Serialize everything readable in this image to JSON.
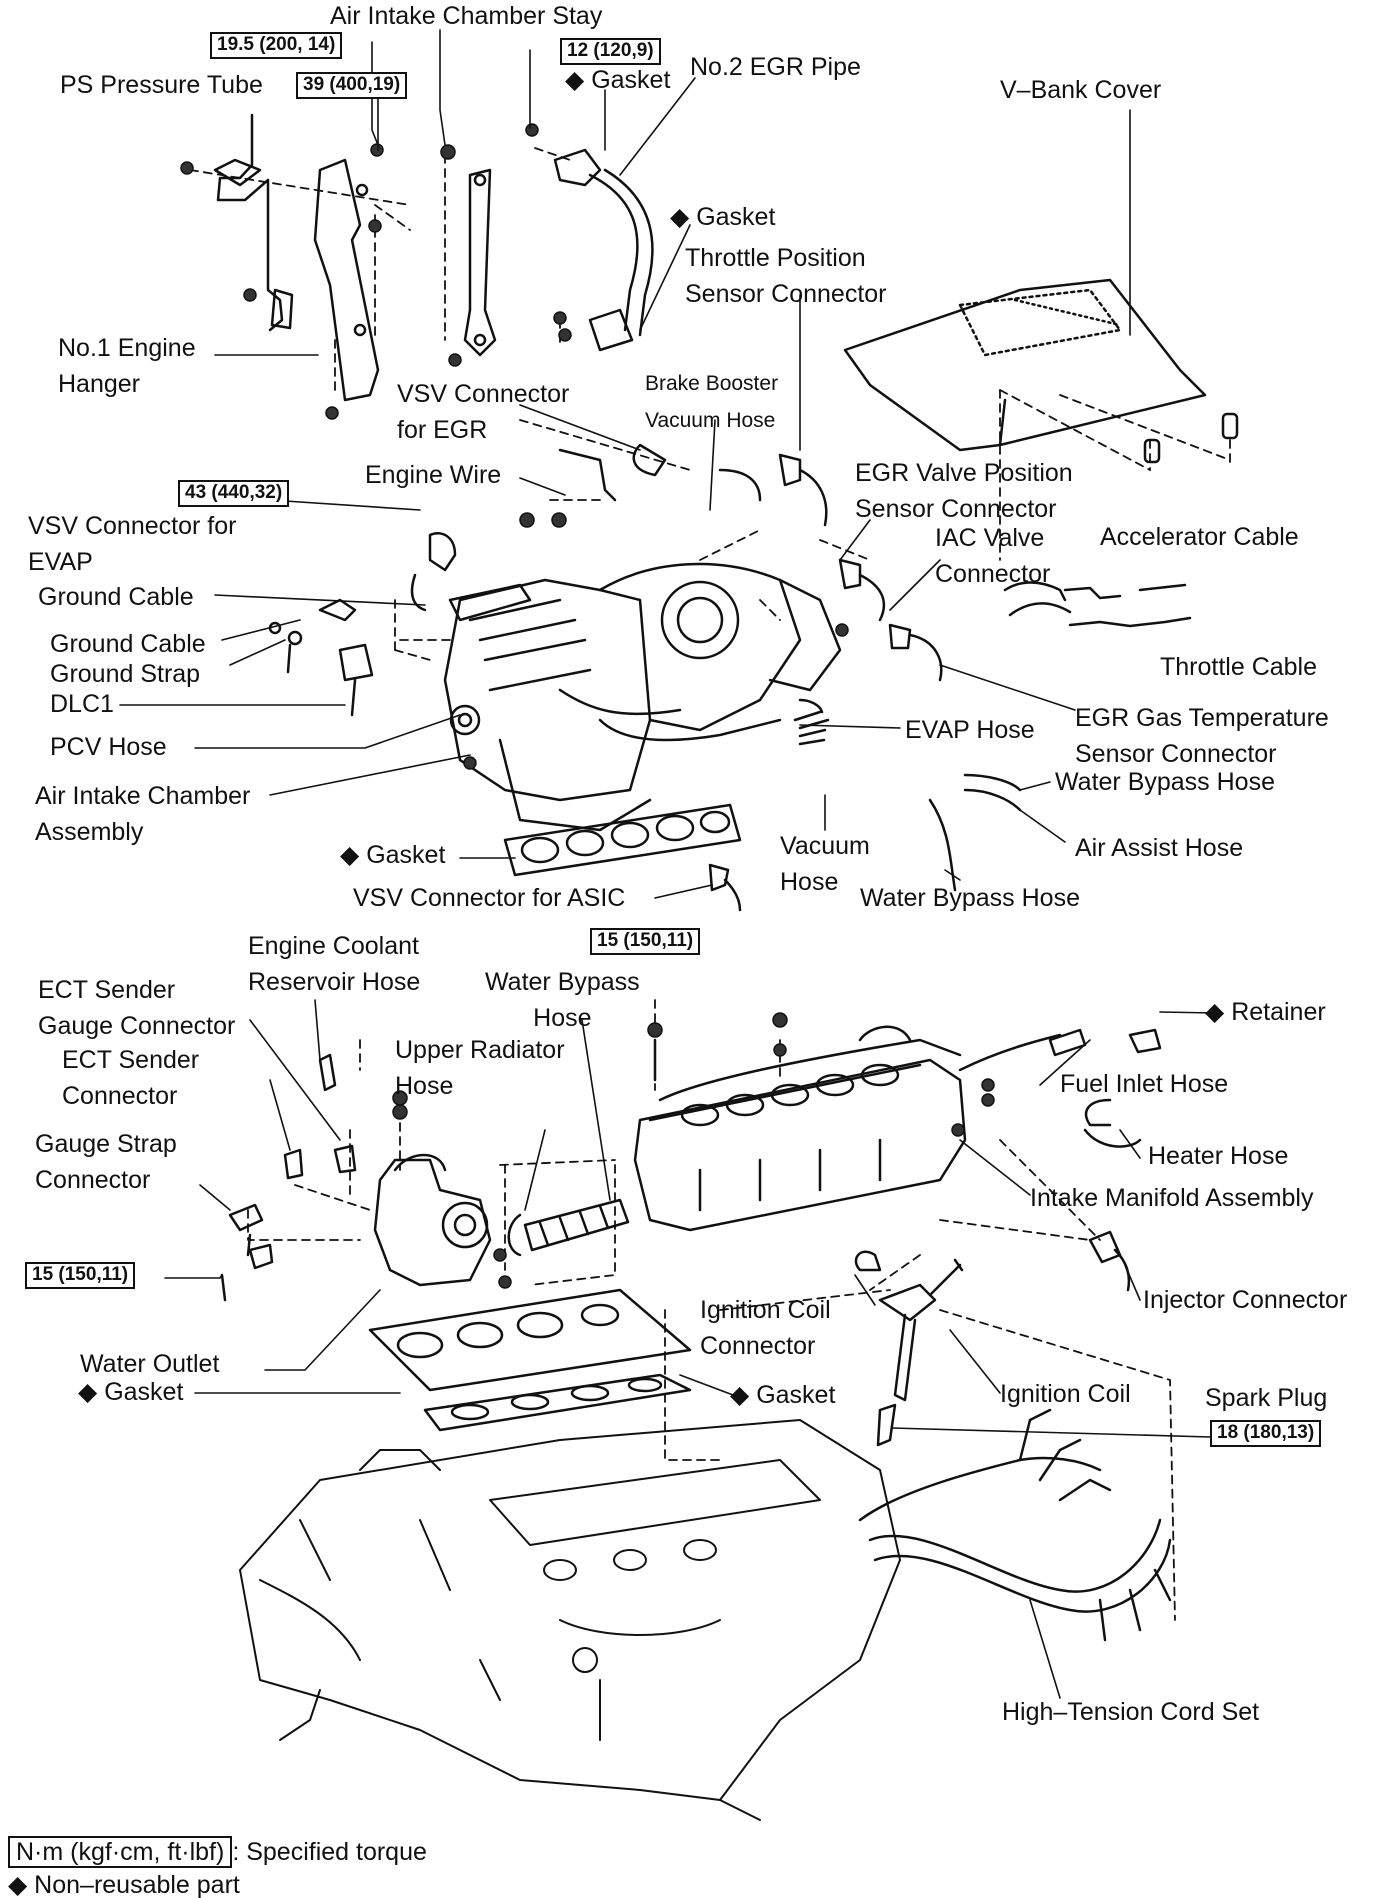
{
  "labels": {
    "air_intake_chamber_stay": "Air Intake Chamber Stay",
    "ps_pressure_tube": "PS Pressure Tube",
    "gasket_egr": "Gasket",
    "no2_egr_pipe": "No.2 EGR Pipe",
    "v_bank_cover": "V–Bank Cover",
    "gasket_tps": "Gasket",
    "throttle_position_sensor_connector": "Throttle Position\nSensor Connector",
    "no1_engine_hanger": "No.1 Engine\nHanger",
    "brake_booster_vacuum_hose": "Brake Booster\nVacuum Hose",
    "vsv_connector_for_egr": "VSV Connector\nfor EGR",
    "engine_wire": "Engine Wire",
    "egr_valve_position_sensor_connector": "EGR Valve Position\nSensor Connector",
    "vsv_connector_for_evap": "VSV Connector for\nEVAP",
    "iac_valve_connector": "IAC Valve\nConnector",
    "accelerator_cable": "Accelerator Cable",
    "ground_cable_1": "Ground Cable",
    "ground_cable_2": "Ground Cable",
    "ground_strap": "Ground Strap",
    "dlc1": "DLC1",
    "throttle_cable": "Throttle Cable",
    "egr_gas_temperature_sensor_connector": "EGR Gas Temperature\nSensor Connector",
    "pcv_hose": "PCV Hose",
    "evap_hose": "EVAP Hose",
    "water_bypass_hose_1": "Water Bypass Hose",
    "air_intake_chamber_assembly": "Air Intake Chamber\nAssembly",
    "vacuum_hose": "Vacuum\nHose",
    "air_assist_hose": "Air Assist Hose",
    "gasket_chamber": "Gasket",
    "vsv_connector_for_asic": "VSV Connector for ASIC",
    "water_bypass_hose_2": "Water Bypass Hose",
    "engine_coolant_reservoir_hose": "Engine Coolant\nReservoir Hose",
    "ect_sender_gauge_connector": "ECT Sender\nGauge Connector",
    "water_bypass_hose_3": "Water Bypass\nHose",
    "retainer": "Retainer",
    "ect_sender_connector": "ECT Sender\nConnector",
    "upper_radiator_hose": "Upper Radiator\nHose",
    "fuel_inlet_hose": "Fuel Inlet Hose",
    "gauge_strap_connector": "Gauge Strap\nConnector",
    "heater_hose": "Heater Hose",
    "intake_manifold_assembly": "Intake Manifold Assembly",
    "injector_connector": "Injector Connector",
    "ignition_coil_connector": "Ignition Coil\nConnector",
    "water_outlet": "Water Outlet",
    "gasket_water_outlet": "Gasket",
    "gasket_manifold": "Gasket",
    "ignition_coil": "Ignition Coil",
    "spark_plug": "Spark Plug",
    "high_tension_cord_set": "High–Tension Cord Set"
  },
  "torques": {
    "stay": "19.5 (200, 14)",
    "ps_tube": "39 (400,19)",
    "egr_pipe": "12 (120,9)",
    "chamber": "43 (440,32)",
    "bypass": "15 (150,11)",
    "outlet": "15 (150,11)",
    "spark_plug": "18 (180,13)"
  },
  "legend": {
    "torque_unit": "N·m (kgf·cm, ft·lbf)",
    "torque_desc": ": Specified torque",
    "non_reusable": "◆ Non–reusable part"
  },
  "symbols": {
    "non_reusable": "◆"
  }
}
